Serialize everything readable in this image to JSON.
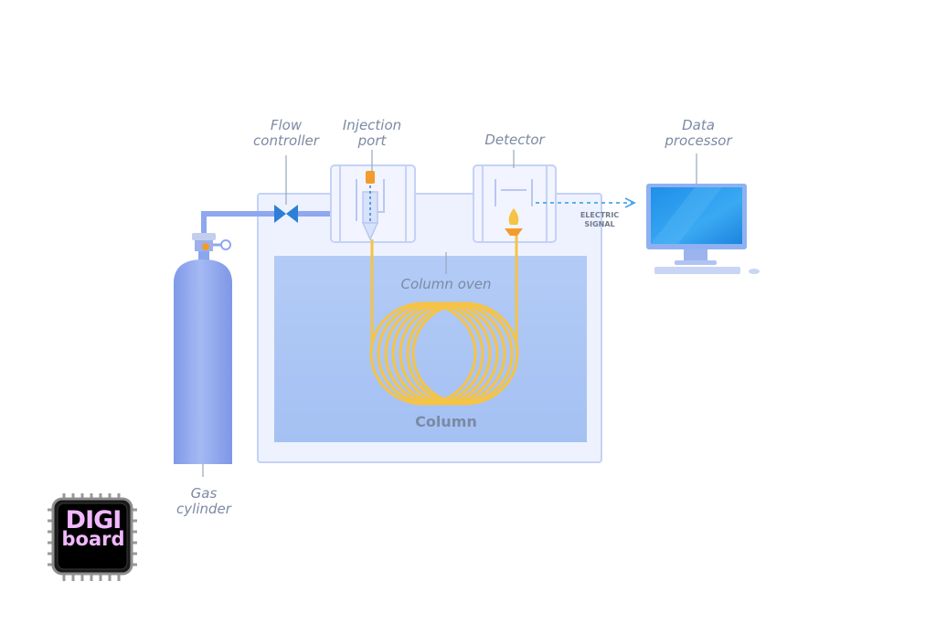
{
  "diagram": {
    "labels": {
      "flow_controller": "Flow\ncontroller",
      "injection_port": "Injection\nport",
      "detector": "Detector",
      "data_processor": "Data\nprocessor",
      "electric_signal": "ELECTRIC\nSIGNAL",
      "column_oven": "Column oven",
      "column": "Column",
      "gas_cylinder": "Gas\ncylinder"
    },
    "logo": {
      "line1": "DIGI",
      "line2": "board"
    },
    "colors": {
      "equipment_blue": "#8aa6ee",
      "oven_fill": "#a9c4f4",
      "column_coil": "#f6c344",
      "flame": "#f39b2d",
      "monitor_screen": "#2a9ef0",
      "label_gray": "#7c8aa3"
    }
  }
}
